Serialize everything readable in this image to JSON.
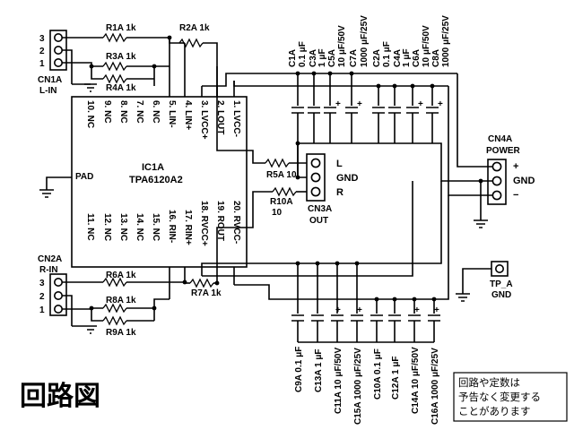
{
  "title": "回路図",
  "note_lines": [
    "回路や定数は",
    "予告なく変更する",
    "ことがあります"
  ],
  "ic": {
    "name": "IC1A",
    "part": "TPA6120A2",
    "pad": "PAD",
    "top_pins": [
      "10. NC",
      "9. NC",
      "8. NC",
      "7. NC",
      "6. NC",
      "5. LIN-",
      "4. LIN+",
      "3. LVCC+",
      "2. LOUT",
      "1. LVCC-"
    ],
    "bottom_pins": [
      "11. NC",
      "12. NC",
      "13. NC",
      "14. NC",
      "15. NC",
      "16. RIN-",
      "17. RIN+",
      "18. RVCC+",
      "19. ROUT",
      "20. RVCC-"
    ]
  },
  "connectors": {
    "cn1a": {
      "name": "CN1A",
      "sub": "L-IN",
      "pins": [
        "3",
        "2",
        "1"
      ]
    },
    "cn2a": {
      "name": "CN2A",
      "sub": "R-IN",
      "pins": [
        "3",
        "2",
        "1"
      ]
    },
    "cn3a": {
      "name": "CN3A",
      "sub": "OUT",
      "pins": [
        "L",
        "GND",
        "R"
      ]
    },
    "cn4a": {
      "name": "CN4A",
      "sub": "POWER",
      "pins": [
        "+",
        "GND",
        "−"
      ]
    },
    "tpa": {
      "name": "TP_A",
      "sub": "GND"
    }
  },
  "resistors": {
    "r1a": "R1A 1k",
    "r2a": "R2A 1k",
    "r3a": "R3A 1k",
    "r4a": "R4A 1k",
    "r5a": "R5A 10",
    "r10a_name": "R10A",
    "r10a_val": "10",
    "r6a": "R6A 1k",
    "r7a": "R7A 1k",
    "r8a": "R8A 1k",
    "r9a": "R9A 1k"
  },
  "top_caps": [
    {
      "name": "C1A",
      "value": "0.1 μF"
    },
    {
      "name": "C3A",
      "value": "1 μF"
    },
    {
      "name": "C5A",
      "value": "10 μF/50V"
    },
    {
      "name": "C7A",
      "value": "1000 μF/25V"
    },
    {
      "name": "C2A",
      "value": "0.1 μF"
    },
    {
      "name": "C4A",
      "value": "1 μF"
    },
    {
      "name": "C6A",
      "value": "10 μF/50V"
    },
    {
      "name": "C8A",
      "value": "1000 μF/25V"
    }
  ],
  "bottom_caps": [
    "C9A 0.1 μF",
    "C13A 1 μF",
    "C11A 10 μF/50V",
    "C15A 1000 μF/25V",
    "C10A 0.1 μF",
    "C12A 1 μF",
    "C14A 10 μF/50V",
    "C16A 1000 μF/25V"
  ]
}
